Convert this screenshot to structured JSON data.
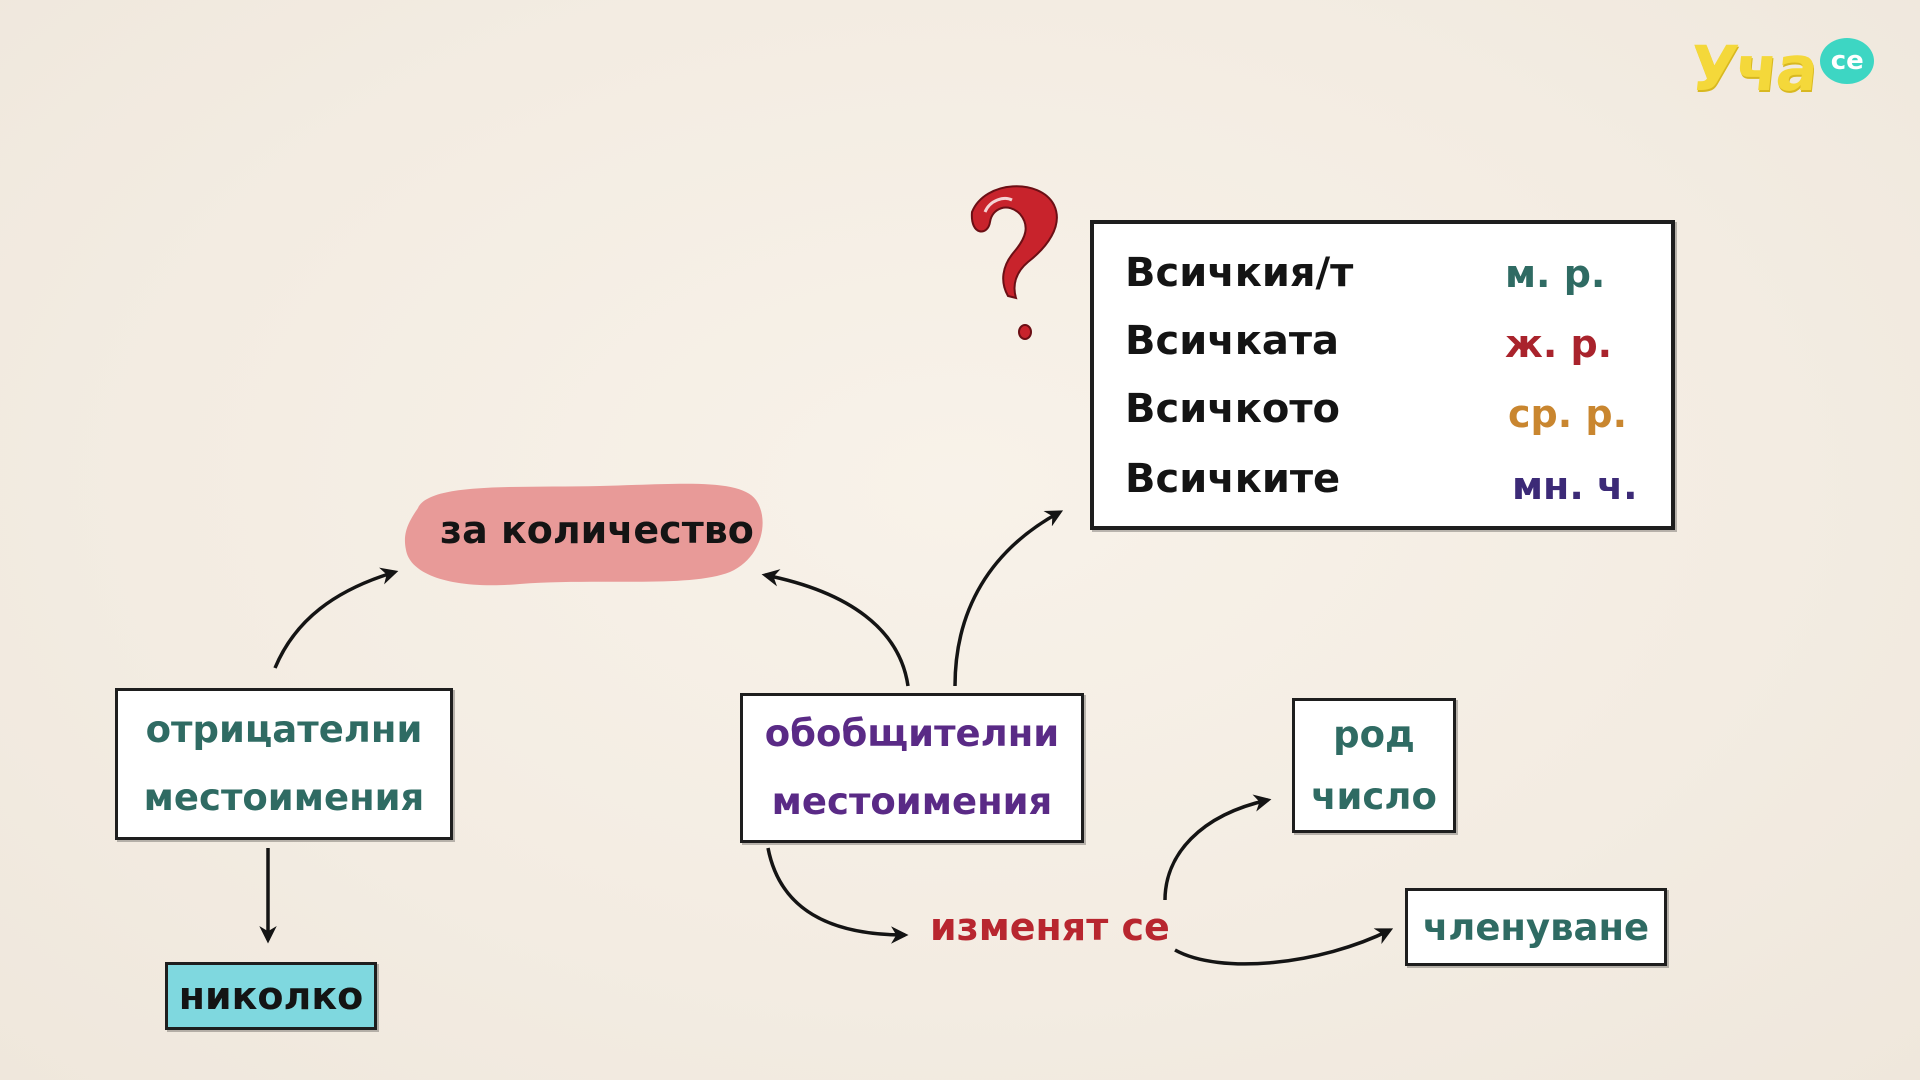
{
  "logo": {
    "text": "Уча",
    "bubble": "се"
  },
  "amount_label": "за количество",
  "negative_box": {
    "line1": "отрицателни",
    "line2": "местоимения"
  },
  "negative_example": "николко",
  "general_box": {
    "line1": "обобщителни",
    "line2": "местоимения"
  },
  "changes_label": "изменят се",
  "gender_number_box": {
    "line1": "род",
    "line2": "число"
  },
  "article_box": "членуване",
  "forms_table": [
    {
      "word": "Всичкия/т",
      "tag": "м. р.",
      "color": "#2f6b63"
    },
    {
      "word": "Всичката",
      "tag": "ж. р.",
      "color": "#a9232c"
    },
    {
      "word": "Всичкото",
      "tag": "ср. р.",
      "color": "#c9862f"
    },
    {
      "word": "Всичките",
      "tag": "мн. ч.",
      "color": "#3c2a77"
    }
  ],
  "colors": {
    "teal_text": "#2f6b63",
    "purple_text": "#5a2a86",
    "red_text": "#b8262f",
    "pink_blob": "#e89a98",
    "cyan_box": "#7fd8df",
    "question_mark": "#c8232c"
  },
  "icons": {
    "question": "question-mark-icon"
  }
}
